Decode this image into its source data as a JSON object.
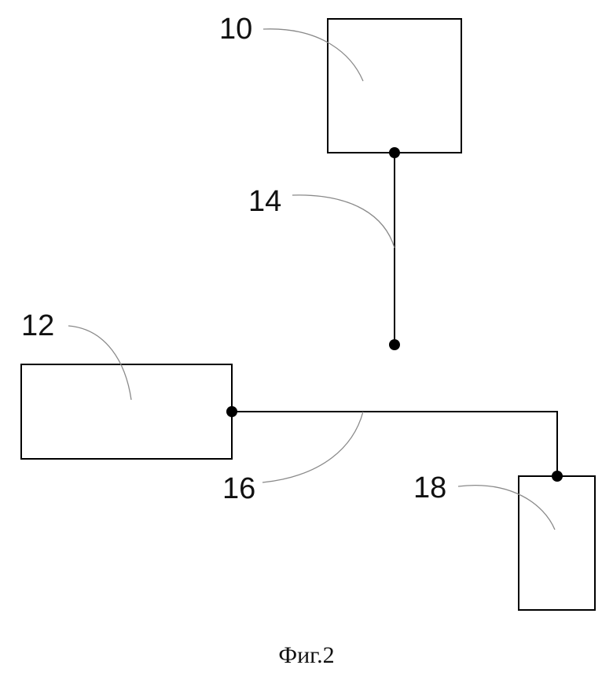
{
  "figure": {
    "caption": "Фиг.2",
    "labels": {
      "block_10": "10",
      "block_12": "12",
      "line_14": "14",
      "line_16": "16",
      "block_18": "18"
    }
  }
}
